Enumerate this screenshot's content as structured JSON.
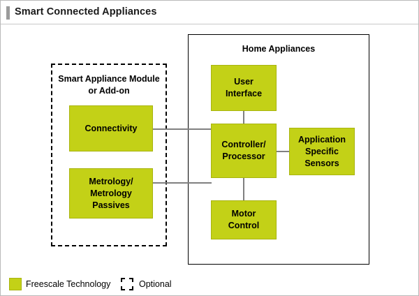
{
  "header": {
    "title": "Smart Connected Appliances"
  },
  "diagram": {
    "type": "block-diagram",
    "groups": [
      {
        "id": "smart-appliance-module",
        "label": "Smart Appliance Module\nor Add-on",
        "label_line1": "Smart Appliance Module",
        "label_line2": "or Add-on",
        "style": "dashed",
        "optional": true
      },
      {
        "id": "home-appliances",
        "label": "Home Appliances",
        "style": "solid",
        "optional": false
      }
    ],
    "blocks": [
      {
        "id": "connectivity",
        "label": "Connectivity",
        "line1": "Connectivity",
        "line2": "",
        "group": "smart-appliance-module",
        "color": "#c3d117"
      },
      {
        "id": "metrology",
        "label": "Metrology/ Metrology Passives",
        "line1": "Metrology/",
        "line2": "Metrology",
        "line3": "Passives",
        "group": "smart-appliance-module",
        "color": "#c3d117"
      },
      {
        "id": "user-interface",
        "label": "User Interface",
        "line1": "User",
        "line2": "Interface",
        "group": "home-appliances",
        "color": "#c3d117"
      },
      {
        "id": "controller-processor",
        "label": "Controller/ Processor",
        "line1": "Controller/",
        "line2": "Processor",
        "group": "home-appliances",
        "color": "#c3d117"
      },
      {
        "id": "application-specific-sensors",
        "label": "Application Specific Sensors",
        "line1": "Application",
        "line2": "Specific",
        "line3": "Sensors",
        "group": "home-appliances",
        "color": "#c3d117"
      },
      {
        "id": "motor-control",
        "label": "Motor Control",
        "line1": "Motor",
        "line2": "Control",
        "group": "home-appliances",
        "color": "#c3d117"
      }
    ],
    "connections": [
      {
        "from": "connectivity",
        "to": "controller-processor"
      },
      {
        "from": "metrology",
        "to": "controller-processor"
      },
      {
        "from": "user-interface",
        "to": "controller-processor"
      },
      {
        "from": "controller-processor",
        "to": "application-specific-sensors"
      },
      {
        "from": "controller-processor",
        "to": "motor-control"
      }
    ]
  },
  "legend": {
    "items": [
      {
        "id": "freescale-technology",
        "label": "Freescale Technology",
        "swatch": "#c3d117",
        "style": "filled"
      },
      {
        "id": "optional",
        "label": "Optional",
        "swatch": "#ffffff",
        "style": "dashed"
      }
    ]
  },
  "colors": {
    "block_fill": "#c3d117",
    "block_border": "#a8b40f",
    "line": "#808080",
    "title_accent": "#9b9b9b",
    "page_border": "#b9b9b9"
  }
}
